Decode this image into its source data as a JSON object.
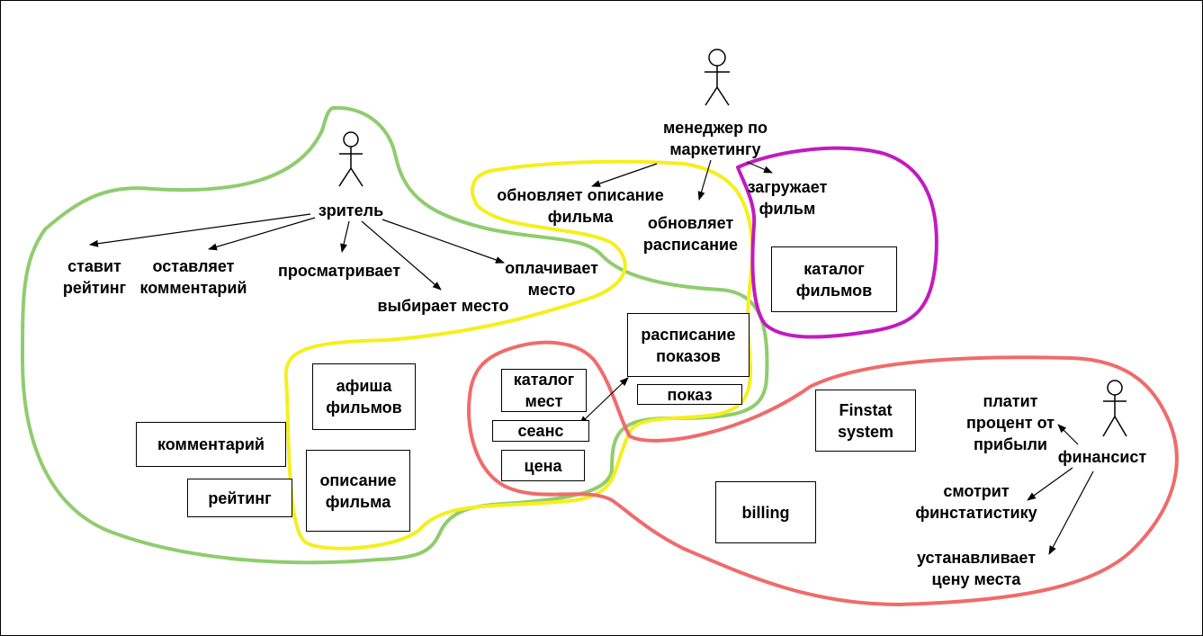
{
  "actors": {
    "viewer": "зритель",
    "marketing_manager": "менеджер по\nмаркетингу",
    "financier": "финансист"
  },
  "viewer_actions": {
    "rates": "ставит\nрейтинг",
    "comments": "оставляет\nкомментарий",
    "browses": "просматривает",
    "chooses_seat": "выбирает место",
    "pays": "оплачивает\nместо"
  },
  "manager_actions": {
    "updates_description": "обновляет описание\nфильма",
    "updates_schedule": "обновляет\nрасписание",
    "uploads_film": "загружает\nфильм"
  },
  "financier_actions": {
    "pays_percent": "платит\nпроцент от\nприбыли",
    "views_stats": "смотрит\nфинстатистику",
    "sets_price": "устанавливает\nцену места"
  },
  "entities": {
    "poster": "афиша\nфильмов",
    "comment": "комментарий",
    "rating": "рейтинг",
    "film_description": "описание\nфильма",
    "seat_catalog": "каталог\nмест",
    "session": "сеанс",
    "price": "цена",
    "show_schedule": "расписание\nпоказов",
    "show": "показ",
    "film_catalog": "каталог\nфильмов",
    "finstat": "Finstat\nsystem",
    "billing": "billing"
  },
  "colors": {
    "green_region": "#8fcc6e",
    "yellow_region": "#f5ef1d",
    "red_region": "#f06b6b",
    "magenta_region": "#c11bc1"
  }
}
